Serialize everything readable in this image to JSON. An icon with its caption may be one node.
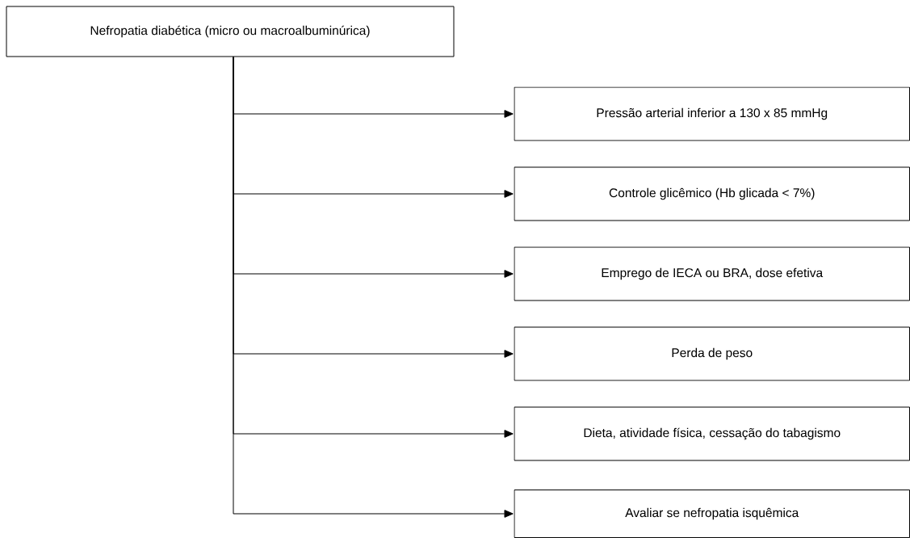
{
  "diagram": {
    "nodes": [
      {
        "text": [
          "Nefropatia diabética (micro ou macroalbuminúrica)"
        ]
      },
      {
        "text": [
          "Pressão arterial inferior a 130 x 85 mmHg"
        ]
      },
      {
        "text": [
          "Controle glicêmico (Hb glicada < 7%)"
        ]
      },
      {
        "text": [
          "Emprego de IECA ou BRA, dose efetiva"
        ]
      },
      {
        "text": [
          "Perda de peso"
        ]
      },
      {
        "text": [
          "Dieta, atividade física, cessação do tabagismo"
        ]
      },
      {
        "text": [
          "Avaliar se nefropatia isquêmica"
        ]
      }
    ],
    "edges": [
      {
        "from": 0,
        "to": 1,
        "arrow": "to"
      },
      {
        "from": 0,
        "to": 2,
        "arrow": "to"
      },
      {
        "from": 0,
        "to": 3,
        "arrow": "to"
      },
      {
        "from": 0,
        "to": 4,
        "arrow": "to"
      },
      {
        "from": 0,
        "to": 5,
        "arrow": "to"
      },
      {
        "from": 0,
        "to": 6,
        "arrow": "to"
      }
    ]
  }
}
